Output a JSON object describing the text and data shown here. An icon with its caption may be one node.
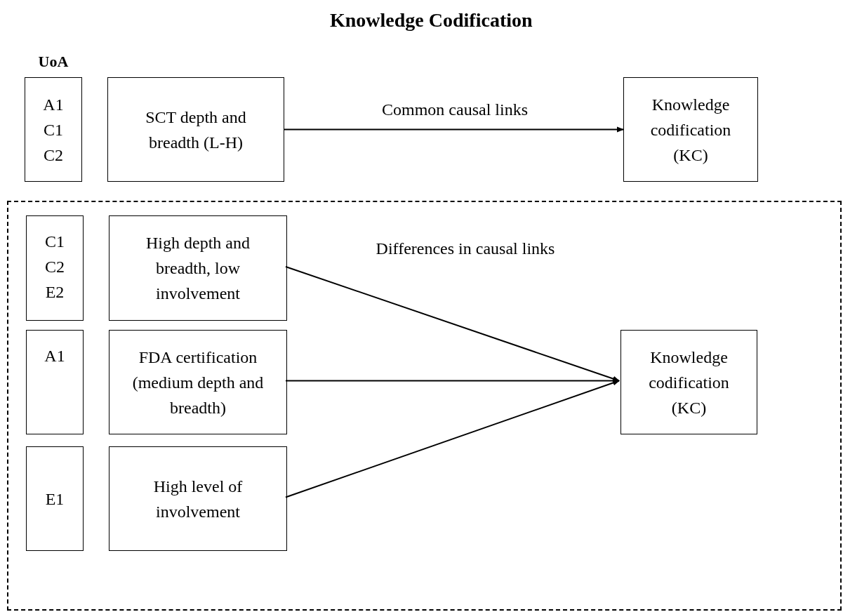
{
  "diagram": {
    "title": "Knowledge Codification",
    "nodes": [
      {
        "text": [
          "A1 C1 C2"
        ],
        "beside": [
          "UoA"
        ]
      },
      {
        "text": [
          "SCT depth and breadth (L-H)"
        ]
      },
      {
        "text": [
          "Knowledge codification (KC)"
        ]
      },
      {
        "text": [],
        "shape": "box"
      },
      {
        "text": [
          "C1 C2 E2"
        ],
        "in": 3
      },
      {
        "text": [
          "High depth and breadth, low involvement"
        ],
        "in": 3
      },
      {
        "text": [
          "A1"
        ],
        "in": 3
      },
      {
        "text": [
          "FDA certification (medium depth and breadth)"
        ],
        "in": 3
      },
      {
        "text": [
          "E1"
        ],
        "in": 3
      },
      {
        "text": [
          "High level of involvement"
        ],
        "in": 3
      },
      {
        "text": [
          "Knowledge codification (KC)"
        ],
        "in": 3
      }
    ],
    "edges": [
      {
        "from": 1,
        "to": 2,
        "arrow": "to",
        "label": "Common causal links"
      },
      {
        "from": 5,
        "to": 10,
        "arrow": "to"
      },
      {
        "from": 7,
        "to": 10,
        "arrow": "to"
      },
      {
        "from": 9,
        "to": 10,
        "arrow": "to"
      }
    ],
    "labels": [
      "Differences in causal links"
    ]
  }
}
